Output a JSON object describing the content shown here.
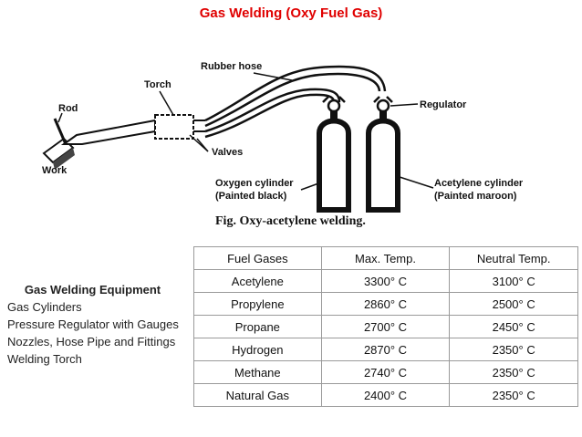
{
  "title": "Gas Welding (Oxy Fuel Gas)",
  "figure": {
    "labels": {
      "rubber_hose": "Rubber hose",
      "torch": "Torch",
      "rod": "Rod",
      "regulator": "Regulator",
      "valves": "Valves",
      "work": "Work",
      "oxygen_cylinder": "Oxygen cylinder",
      "oxygen_note": "(Painted black)",
      "acetylene_cylinder": "Acetylene cylinder",
      "acetylene_note": "(Painted maroon)"
    },
    "caption": "Fig. Oxy-acetylene welding."
  },
  "equipment": {
    "heading": "Gas Welding Equipment",
    "items": [
      "Gas Cylinders",
      "Pressure Regulator with Gauges",
      "Nozzles, Hose Pipe and Fittings",
      "Welding Torch"
    ]
  },
  "table": {
    "headers": [
      "Fuel Gases",
      "Max. Temp.",
      "Neutral Temp."
    ],
    "rows": [
      [
        "Acetylene",
        "3300° C",
        "3100° C"
      ],
      [
        "Propylene",
        "2860° C",
        "2500° C"
      ],
      [
        "Propane",
        "2700° C",
        "2450° C"
      ],
      [
        "Hydrogen",
        "2870° C",
        "2350° C"
      ],
      [
        "Methane",
        "2740° C",
        "2350° C"
      ],
      [
        "Natural Gas",
        "2400° C",
        "2350° C"
      ]
    ]
  },
  "colors": {
    "title": "#e00000",
    "border": "#9a9a9a"
  }
}
